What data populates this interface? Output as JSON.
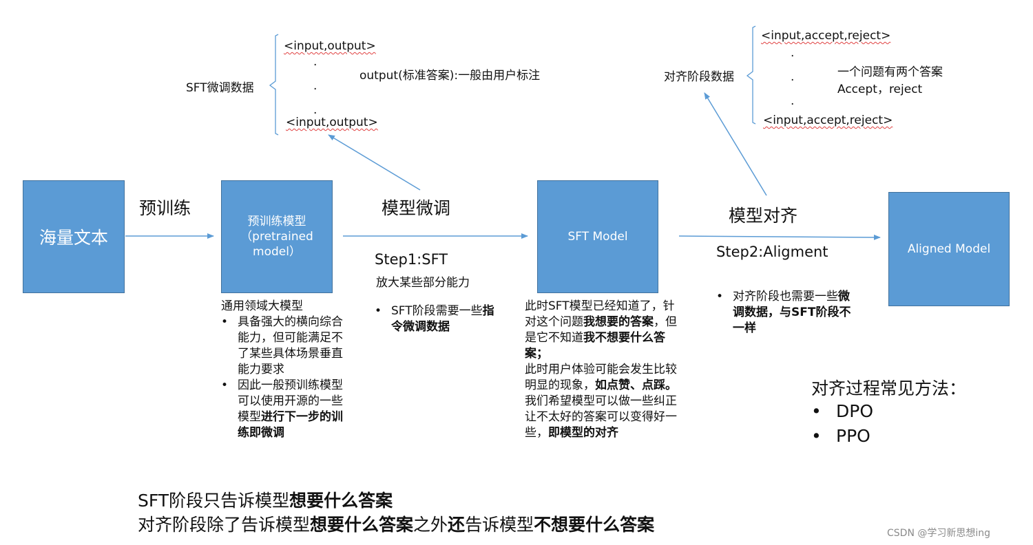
{
  "boxes": {
    "massive_text": "海量文本",
    "pretrained_line1": "预训练模型",
    "pretrained_line2": "（pretrained",
    "pretrained_line3": "model）",
    "sft_model": "SFT Model",
    "aligned_model": "Aligned Model"
  },
  "arrow_labels": {
    "pretrain": "预训练",
    "finetune": "模型微调",
    "align": "模型对齐"
  },
  "steps": {
    "step1_title": "Step1:SFT",
    "step1_sub": "放大某些部分能力",
    "step2_title": "Step2:Aligment"
  },
  "sft_data": {
    "label": "SFT微调数据",
    "row_first": "<input,output>",
    "row_last": "<input,output>",
    "dots": [
      ".",
      ".",
      "."
    ],
    "note": "output(标准答案):一般由用户标注"
  },
  "align_data": {
    "label": "对齐阶段数据",
    "row_first": "<input,accept,reject>",
    "row_last": "<input,accept,reject>",
    "dots": [
      ".",
      ".",
      "."
    ],
    "note_line1": "一个问题有两个答案",
    "note_line2": "Accept，reject"
  },
  "pretrained_notes": {
    "heading": "通用领域大模型",
    "b1": "具备强大的横向综合能力，但可能满足不了某些具体场景垂直能力要求",
    "b2_normal": "因此一般预训练模型可以使用开源的一些模型",
    "b2_bold": "进行下一步的训练即微调"
  },
  "step1_notes": {
    "b1_normal": "SFT阶段需要一些",
    "b1_bold": "指令微调数据"
  },
  "sft_model_notes": {
    "p1a": "此时SFT模型已经知道了，针对这个问题",
    "p1b": "我想要的答案",
    "p1c": "，但是它不知道",
    "p1d": "我不想要什么答案；",
    "p2a": "此时用户体验可能会发生比较明显的现象，",
    "p2b": "如点赞、点踩。",
    "p3a": "我们希望模型可以做一些纠正让不太好的答案可以变得好一些，",
    "p3b": "即模型的对齐"
  },
  "align_notes": {
    "b1_normal": "对齐阶段也需要一些",
    "b1_bold": "微调数据，与SFT阶段不一样"
  },
  "methods": {
    "title": "对齐过程常见方法：",
    "items": [
      "DPO",
      "PPO"
    ]
  },
  "summary": {
    "l1a": "SFT阶段只告诉模型",
    "l1b": "想要什么答案",
    "l2a": "对齐阶段除了告诉模型",
    "l2b": "想要什么答案",
    "l2c": "之外",
    "l2d": "还",
    "l2e": "告诉模型",
    "l2f": "不想要什么答案"
  },
  "watermark": "CSDN @学习新思想ing",
  "colors": {
    "box_fill": "#5b9bd5",
    "box_border": "#41719c",
    "arrow": "#5b9bd5"
  }
}
